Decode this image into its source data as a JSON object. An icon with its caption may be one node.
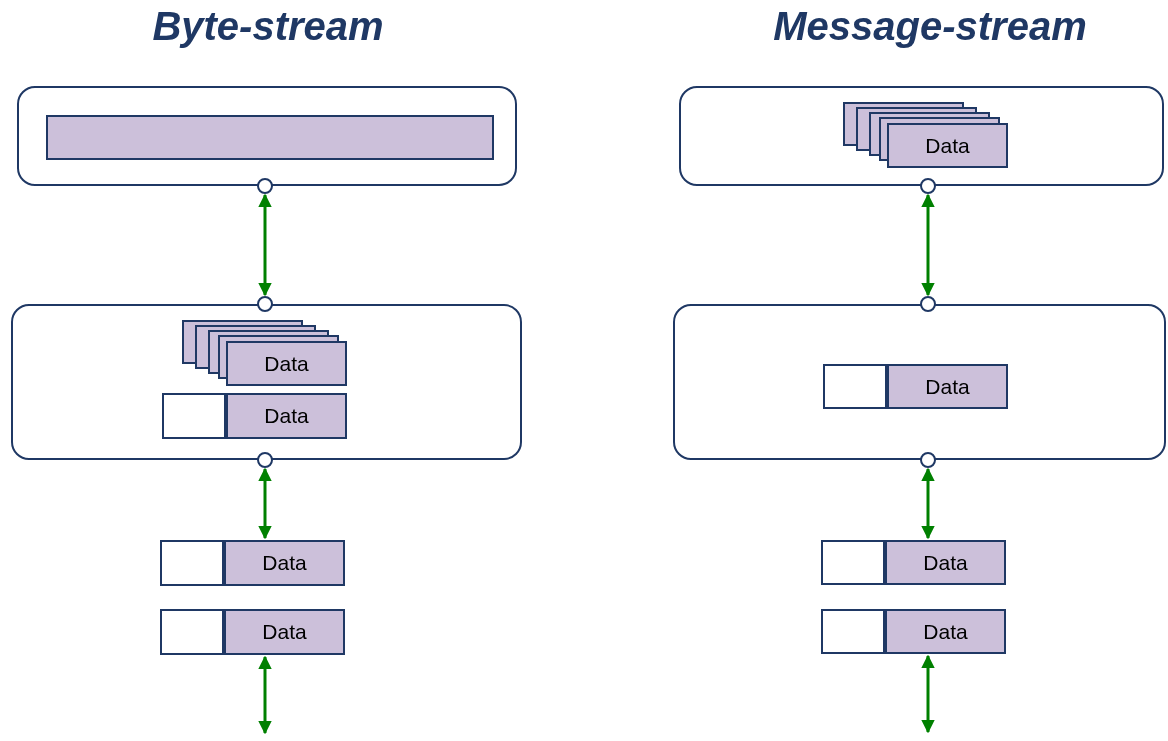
{
  "diagram": {
    "nodes": [
      {
        "text": [],
        "shape": "box"
      },
      {
        "text": [],
        "shape": "bar",
        "in": 0
      },
      {
        "text": [],
        "shape": "box"
      },
      {
        "text": [
          "Data"
        ],
        "in": 2
      },
      {
        "text": [],
        "shape": "box",
        "in": 2
      },
      {
        "text": [
          "Data"
        ],
        "in": 2
      },
      {
        "text": [],
        "shape": "box"
      },
      {
        "text": [
          "Data"
        ]
      },
      {
        "text": [],
        "shape": "box"
      },
      {
        "text": [
          "Data"
        ]
      },
      {
        "text": [],
        "shape": "box"
      },
      {
        "text": [
          "Data"
        ],
        "in": 10
      },
      {
        "text": [],
        "shape": "box"
      },
      {
        "text": [],
        "shape": "box",
        "in": 12
      },
      {
        "text": [
          "Data"
        ],
        "in": 12
      },
      {
        "text": [],
        "shape": "box"
      },
      {
        "text": [
          "Data"
        ]
      },
      {
        "text": [],
        "shape": "box"
      },
      {
        "text": [
          "Data"
        ]
      }
    ],
    "edges": [
      {
        "from": 0,
        "to": 2,
        "arrow": "both"
      },
      {
        "from": 2,
        "to": 7,
        "arrow": "both"
      },
      {
        "from": 9,
        "to": null,
        "arrow": "both"
      },
      {
        "from": 10,
        "to": 12,
        "arrow": "both"
      },
      {
        "from": 12,
        "to": 16,
        "arrow": "both"
      },
      {
        "from": 18,
        "to": null,
        "arrow": "both"
      }
    ],
    "labels": [
      "Byte-stream",
      "Message-stream"
    ]
  }
}
